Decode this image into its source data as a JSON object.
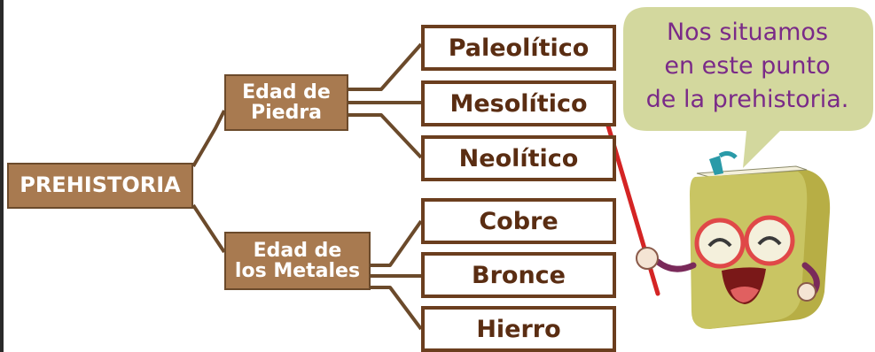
{
  "diagram": {
    "root": "PREHISTORIA",
    "branches": [
      {
        "line1": "Edad de",
        "line2": "Piedra",
        "children": [
          "Paleolítico",
          "Mesolítico",
          "Neolítico"
        ]
      },
      {
        "line1": "Edad de",
        "line2": "los Metales",
        "children": [
          "Cobre",
          "Bronce",
          "Hierro"
        ]
      }
    ]
  },
  "speech_bubble": {
    "lines": [
      "Nos situamos",
      "en este punto",
      "de la prehistoria."
    ]
  },
  "colors": {
    "branch_box": "#a87a50",
    "leaf_border": "#6b3e1e",
    "leaf_text": "#5a2d12",
    "connector": "#6b4a2b",
    "bubble": "#d3d89e",
    "bubble_text": "#7a2a88",
    "pointer": "#d42424"
  }
}
